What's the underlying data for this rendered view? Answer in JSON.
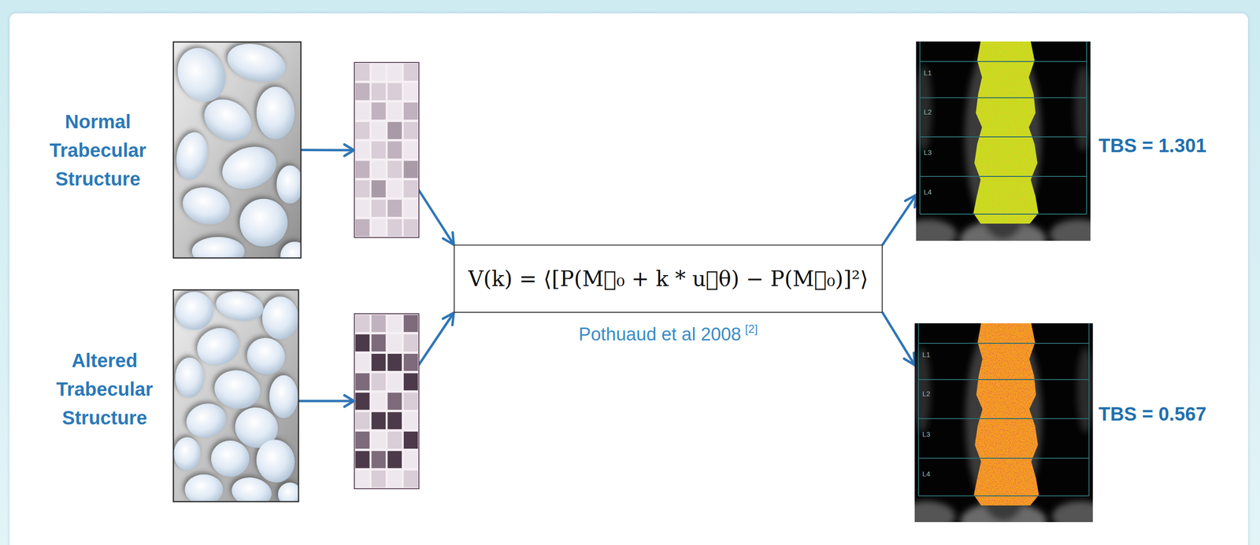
{
  "diagram": {
    "nodes": [
      {
        "text": [
          "Normal Trabecular Structure"
        ]
      },
      {
        "text": [
          "Altered Trabecular Structure"
        ]
      },
      {
        "text": [
          "V(k) = ⟨[P(M⃗₀ + k * u⃗θ) − P(M⃗₀)]²⟩"
        ]
      },
      {
        "text": [
          "TBS = 1.301"
        ]
      },
      {
        "text": [
          "TBS = 0.567"
        ]
      }
    ],
    "edges": [
      {
        "from": 0,
        "to": 2,
        "arrow": "to"
      },
      {
        "from": 1,
        "to": 2,
        "arrow": "to"
      },
      {
        "from": 2,
        "to": 3,
        "arrow": "to"
      },
      {
        "from": 2,
        "to": 4,
        "arrow": "to"
      }
    ],
    "labels": [
      "Pothuaud et al 2008",
      "[2]",
      "L1",
      "L2",
      "L3",
      "L4",
      "L1",
      "L2",
      "L3",
      "L4"
    ]
  }
}
